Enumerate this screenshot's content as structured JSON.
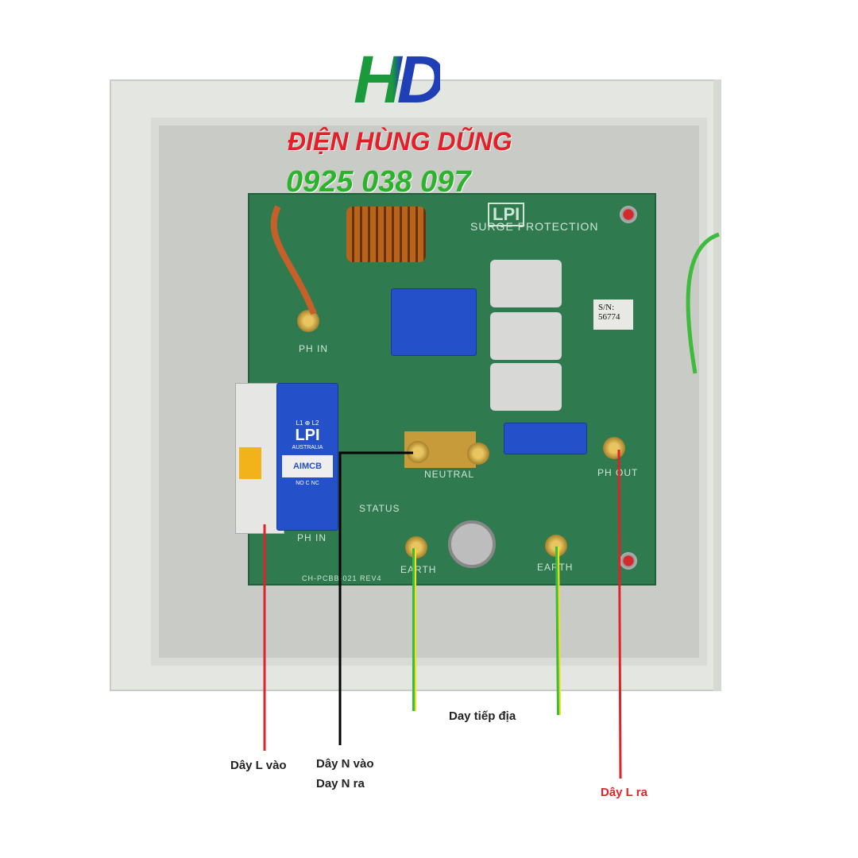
{
  "brand": {
    "logo": "HD",
    "name": "ĐIỆN HÙNG DŨNG",
    "phone": "0925 038 097"
  },
  "board": {
    "logo": "LPI",
    "title": "SURGE PROTECTION",
    "serial_label": "S/N:",
    "serial": "56774",
    "ph_in": "PH IN",
    "ph_in_2": "PH IN",
    "neutral": "NEUTRAL",
    "ph_out": "PH OUT",
    "earth_1": "EARTH",
    "earth_2": "EARTH",
    "status": "STATUS",
    "rev": "CH-PCBB-021 REV4"
  },
  "module": {
    "logo": "LPI",
    "country": "AUSTRALIA",
    "name": "AIMCB",
    "terminals": "NO  C  NC",
    "top": "L1 ⊕ L2"
  },
  "annotations": {
    "l_in": "Dây L vào",
    "n_in": "Dây N vào",
    "n_out": "Day N ra",
    "earth": "Day tiếp địa",
    "l_out": "Dây L ra"
  },
  "colors": {
    "live": "#e0232a",
    "neutral": "#000000",
    "earth_green": "#3dbb3d",
    "earth_yellow": "#f0e020",
    "pcb": "#2f7a4f"
  }
}
